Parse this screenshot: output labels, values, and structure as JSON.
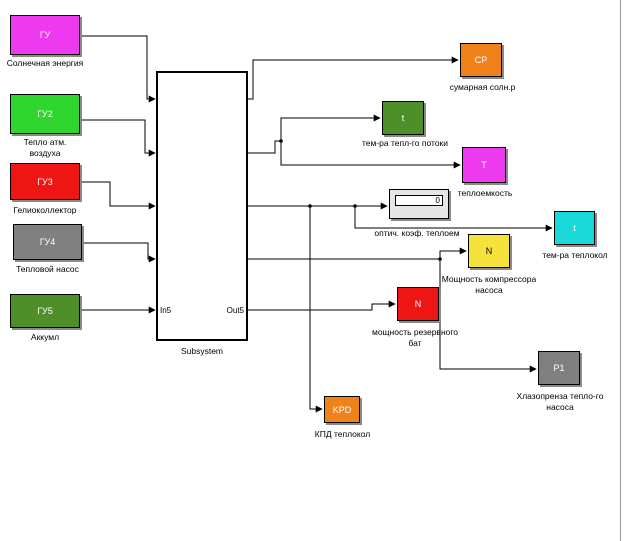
{
  "subsystem": {
    "label": "Subsystem",
    "in_port": "In5",
    "out_port": "Out5"
  },
  "inputs": [
    {
      "id": "gu1",
      "text": "ГУ",
      "label": "Солнечная энергия",
      "color": "#ee3aee"
    },
    {
      "id": "gu2",
      "text": "ГУ2",
      "label": "Тепло атм. воздуха",
      "color": "#2ed62e"
    },
    {
      "id": "gu3",
      "text": "ГУ3",
      "label": "Гелиоколлектор",
      "color": "#ee1515"
    },
    {
      "id": "gu4",
      "text": "ГУ4",
      "label": "Тепловой насос",
      "color": "#808080"
    },
    {
      "id": "gu5",
      "text": "ГУ5",
      "label": "Аккумл",
      "color": "#4f8f2a"
    }
  ],
  "outputs": [
    {
      "id": "cp",
      "text": "CP",
      "label": "сумарная солн.р",
      "color": "#f0821c"
    },
    {
      "id": "t1",
      "text": "t",
      "label": "тем-ра тепл-го потоки",
      "color": "#4f8f2a"
    },
    {
      "id": "T",
      "text": "T",
      "label": "теплоемкость",
      "color": "#ee3aee"
    },
    {
      "id": "t2",
      "text": "t",
      "label": "тем-ра теплокол",
      "color": "#18d8d8"
    },
    {
      "id": "N1",
      "text": "N",
      "label": "Мощность компрессора насоса",
      "color": "#f5e23a"
    },
    {
      "id": "N2",
      "text": "N",
      "label": "мощность резервного бат",
      "color": "#ee1515"
    },
    {
      "id": "P1",
      "text": "P1",
      "label": "Хлазопренза тепло-го насоса",
      "color": "#808080"
    },
    {
      "id": "kpd",
      "text": "KPD",
      "label": "КПД теплокол",
      "color": "#f0821c"
    }
  ],
  "display": {
    "value": "0",
    "label": "оптич. коэф. теплоем"
  }
}
